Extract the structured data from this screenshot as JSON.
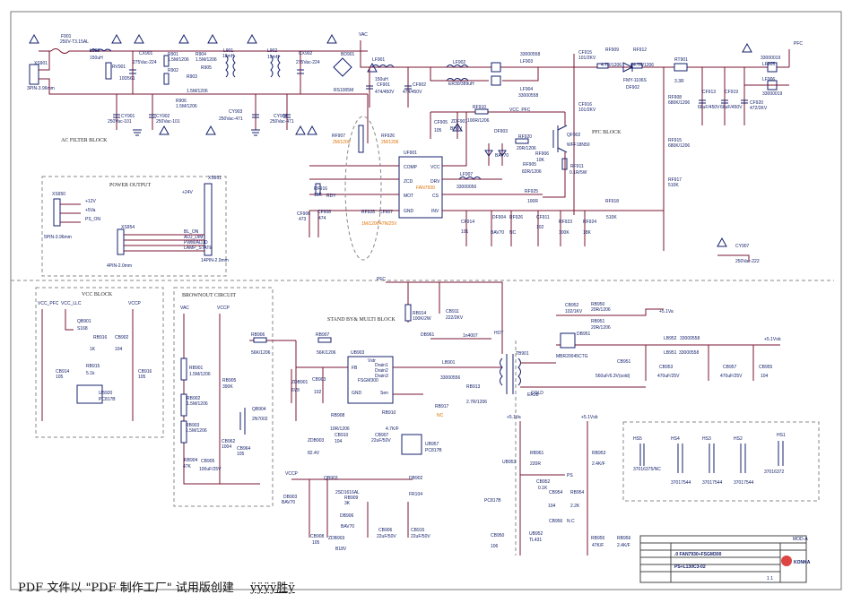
{
  "blocks": {
    "ac_filter": "AC FILTER BLOCK",
    "pfc": "PFC BLOCK",
    "power_output": "POWER OUTPUT",
    "vcc": "VCC BLOCK",
    "brownout": "BROWNOUT CIRCUIT",
    "standby": "STAND BY& MULTI BLOCK",
    "hot": "HOT",
    "cold": "COLD"
  },
  "nets": {
    "vac": "VAC",
    "vac2": "VAC",
    "vccp": "VCCP",
    "vccp2": "VCCP",
    "vccp3": "VCCP",
    "vcc_pfc": "VCC_PFC",
    "vcc_pfc2": "VCC_PFC",
    "vcc_llc": "VCC_LLC",
    "pfc_top": "PFC",
    "pfc_sb": "PFC",
    "rdy": "RDY",
    "p51va": "+5.1Va",
    "p51vsb": "+5.1Vsb",
    "p51va2": "+5.1Va",
    "p51vsb2": "+5.1Vsb",
    "ps": "PS",
    "p24v": "+24V"
  },
  "components": {
    "xs901": "XS901",
    "xs901v": "3PIN-3.96mm",
    "f901": "F901",
    "f901v": "250V-T3.15AL",
    "l905": "L905",
    "l905v": "150uH",
    "rv901": "RV901",
    "rv901v": "10D561",
    "cx901": "CX901",
    "cx901v": "275Vac-224",
    "cy901": "CY901",
    "cy901v": "250Vac-101",
    "cy902": "CY902",
    "cy902v": "250Vac-101",
    "r901": "R901",
    "r901v": "1.5M/1206",
    "r902": "R902",
    "r902v": "1.5M/1206",
    "r903": "R903",
    "r903v": "1.5M/1206",
    "r904": "R904",
    "r904v": "1.5M/1206",
    "r905": "R905",
    "r906": "R906",
    "r906v": "1.5M/1206",
    "l901": "L901",
    "l901v": "18mH",
    "cy903": "CY903",
    "cy903v": "250Vac-471",
    "l902": "L902",
    "l902v": "15mH",
    "cx902": "CX902",
    "cx902v": "275Vac-224",
    "cy904": "CY904",
    "cy904v": "250Vac-471",
    "bd901": "BD901",
    "bd901v": "RS1005M",
    "lf901": "LF901",
    "lf901v": "150uH",
    "cf901": "CF901",
    "cf901v": "474/450V",
    "cf902": "CF902",
    "cf902v": "474/450V",
    "lf902": "LF902",
    "lf902v": "ER30/389uH",
    "lf903": "LF903",
    "lf903v": "33000558",
    "lf904": "LF904",
    "lf904v": "33000558",
    "cf915": "CF915",
    "cf915v": "101/2KV",
    "rf909": "RF909",
    "rf909v": "4.7R/1206",
    "rf912": "RF912",
    "rf912v": "4.7R/1206",
    "df902": "DF902",
    "df902v": "FMY-1106S",
    "rt901": "RT901",
    "rt901v": "3.3R",
    "lf905": "LF905",
    "lf905v": "33000019",
    "lf906": "LF906",
    "lf906v": "33000019",
    "cf916": "CF916",
    "cf916v": "101/2KV",
    "rf908": "RF908",
    "rf908v": "680K/1206",
    "cf913": "CF913",
    "cf913v": "68uF/450V",
    "cf919": "CF919",
    "cf919v": "68uF/450V",
    "cf920": "CF920",
    "cf920v": "472/2KV",
    "rf915": "RF915",
    "rf915v": "680K/1206",
    "rf917": "RF917",
    "rf917v": "510K",
    "rf918": "RF918",
    "rf918v": "510K",
    "cf905": "CF905",
    "cf905v": "105",
    "zdf901": "ZDF901",
    "zdf901v": "BH8V",
    "rf910": "RF910",
    "rf910v": "100R/1206",
    "rf907": "RF907",
    "rf907v": "2M/1206",
    "rf926": "RF926",
    "rf926v": "2M/1206",
    "uf901": "UF901",
    "uf901v": "FAN7930",
    "uf901_comp": "COMP",
    "uf901_vcc": "VCC",
    "uf901_zcd": "ZCD",
    "uf901_drv": "DRV",
    "uf901_mot": "MOT",
    "uf901_cs": "CS",
    "uf901_gnd": "GND",
    "uf901_inv": "INV",
    "lf907": "LF907",
    "lf907v": "33000056",
    "df903": "DF903",
    "df903v": "BAV70",
    "rf920": "RF920",
    "rf920v": "20R/1206",
    "rf905": "RF905",
    "rf905v": "82R/1206",
    "rf906": "RF906",
    "rf906v": "10K",
    "qf902": "QF902",
    "qf902v": "WFF18N50",
    "rf911": "RF911",
    "rf911v": "0.1R/5W",
    "rf916": "RF916",
    "rf916v": "10K",
    "cf906": "CF906",
    "cf906v": "473",
    "cf908": "CF908",
    "cf908v": "474",
    "rf928": "RF928",
    "rf928v": "1M/1206",
    "cf907": "CF907",
    "cf907v": "47N/25V",
    "rf925": "RF925",
    "rf925v": "100R",
    "cf914": "CF914",
    "cf914v": "101",
    "df904": "DF904",
    "df904v": "BAV70",
    "rf926b": "RF926",
    "rf926bv": "NC",
    "cf911": "CF911",
    "cf911v": "102",
    "rf923": "RF923",
    "rf923v": "100K",
    "rf924": "RF924",
    "rf924v": "18K",
    "cy907": "CY907",
    "cy907v": "250Vac-222",
    "xs950": "XS950",
    "xs950v": "5PIN-3.96mm",
    "xs954": "XS954",
    "xs954v": "4PIN-2.0mm",
    "xs951": "XS951",
    "xs951v": "14PIN-2.0mm",
    "pin_12v": "+12V",
    "pin_5v": "+5Va",
    "pin_ps": "PS_ON",
    "pin_blon": "BL_ON",
    "pin_adj": "ADJ_DIM",
    "pin_pwm": "PWM/ADJD",
    "pin_lamp": "LAMP_STATE",
    "qb901": "QB901",
    "qb901v": "S168",
    "rb916": "RB916",
    "rb916v": "1K",
    "cb902": "CB902",
    "cb902v": "104",
    "rb915": "RB915",
    "rb915v": "5.1k",
    "cb914": "CB914",
    "cb914v": "105",
    "cb916": "CB916",
    "cb916v": "105",
    "ub920": "UB920",
    "ub920v": "PC817B",
    "rb901": "RB901",
    "rb901v": "1.5M/1206",
    "rb902": "RB902",
    "rb902v": "1.5M/1206",
    "rb903": "RB903",
    "rb903v": "1.5M/1206",
    "rb904": "RB904",
    "rb904v": "47K",
    "cb905": "CB905",
    "cb905v": "100uF/25V",
    "rb905": "RB905",
    "rb905v": "390K",
    "rb906": "RB906",
    "rb906v": "56K/1206",
    "qb904": "QB904",
    "qb904v": "2N7002",
    "cb962": "CB962",
    "cb962v": "1004",
    "cb964": "CB964",
    "cb964v": "105",
    "rb914": "RB914",
    "rb914v": "100K/2W",
    "cb911": "CB911",
    "cb911v": "222/2KV",
    "db961": "DB961",
    "db961v": "1n4007",
    "rb907": "RB907",
    "rb907v": "56K/1206",
    "ub903": "UB903",
    "ub903v": "FSGM300",
    "ub903_drain": "Drain1",
    "ub903_drain2": "Drain2",
    "ub903_drain3": "Drain3",
    "ub903_fb": "FB",
    "ub903_vstr": "Vstr",
    "ub903_gnd": "GND",
    "ub903_sen": "Sen",
    "zdb901": "ZDB901",
    "zdb901v": "6V8",
    "cb903": "CB903",
    "cb903v": "102",
    "lb901": "LB901",
    "lb901v": "33000556",
    "rb913": "RB913",
    "rb913v": "2.7R/1206",
    "rb917": "RB917",
    "rb917v": "NC",
    "rb908": "RB908",
    "rb908v": "10R/1206",
    "rb910": "RB910",
    "rb910v": "4.7K/F",
    "cb910": "CB910",
    "cb910v": "104",
    "cb907": "CB907",
    "cb907v": "22uF/50V",
    "zdb903": "ZDB903",
    "zdb903v": "82.4V",
    "ub957": "UB957",
    "ub957v": "PC817B",
    "qb903": "QB903",
    "qb903v": "2SD1616AL",
    "rb909": "RB909",
    "rb909v": "3K",
    "db903": "DB903",
    "db903v": "BAV70",
    "db902": "DB902",
    "db902v": "FR104",
    "db906": "DB906",
    "db906v": "BAV70",
    "cb906": "CB906",
    "cb906v": "22uF/50V",
    "cb915": "CB915",
    "cb915v": "22uF/50V",
    "cb908": "CB908",
    "cb908v": "105",
    "zdb903b": "ZDB903",
    "zdb903bv": "B18V",
    "tb901": "TB901",
    "tb901v": "ER28",
    "cb952": "CB952",
    "cb952v": "102/1KV",
    "rb950": "RB950",
    "rb950v": "20R/1206",
    "rb951": "RB951",
    "rb951v": "20R/1206",
    "db951": "DB951",
    "db951v": "MBR20045CTG",
    "lb952": "LB952",
    "lb952v": "33000558",
    "lb951": "LB951",
    "lb951v": "33000558",
    "cb951": "CB951",
    "cb951v": "560uF/6.3V(sold)",
    "cb953": "CB953",
    "cb953v": "470uF/25V",
    "cb957": "CB957",
    "cb957v": "470uF/25V",
    "cb955": "CB955",
    "cb955v": "104",
    "rb961": "RB961",
    "rb961v": "220R",
    "rb953": "RB953",
    "rb953v": "2.4K/F",
    "ub953": "UB953",
    "ub953v": "PC817B",
    "cb952b": "CB952",
    "cb952bv": "0.1K",
    "cb954": "CB954",
    "cb954v": "104",
    "rb954": "RB954",
    "rb954v": "2.2K",
    "cb956": "CB956",
    "cb956v": "N.C",
    "ub952": "UB952",
    "ub952v": "TL431",
    "cb950": "CB950",
    "cb950v": "106",
    "rb955": "RB955",
    "rb955v": "47K/F",
    "rb956": "RB956",
    "rb956v": "2.4K/F",
    "hs5": "HS5",
    "hs5v": "37016375/NC",
    "hs4": "HS4",
    "hs4v": "37017544",
    "hs3": "HS3",
    "hs3v": "37017544",
    "hs2": "HS2",
    "hs2v": "37017544",
    "hs1": "HS1",
    "hs1v": "37016372"
  },
  "title_block": {
    "row1": "MOD-A",
    "model1": ".0 FAN7930+FSGM300",
    "model2": "PS+L130C3-02",
    "brand": "KONKA",
    "pages": "1  1"
  },
  "watermark": {
    "text": "PDF 文件以 \"PDF 制作工厂\" 试用版创建",
    "link": "ÿÿÿÿ胜ÿ"
  }
}
